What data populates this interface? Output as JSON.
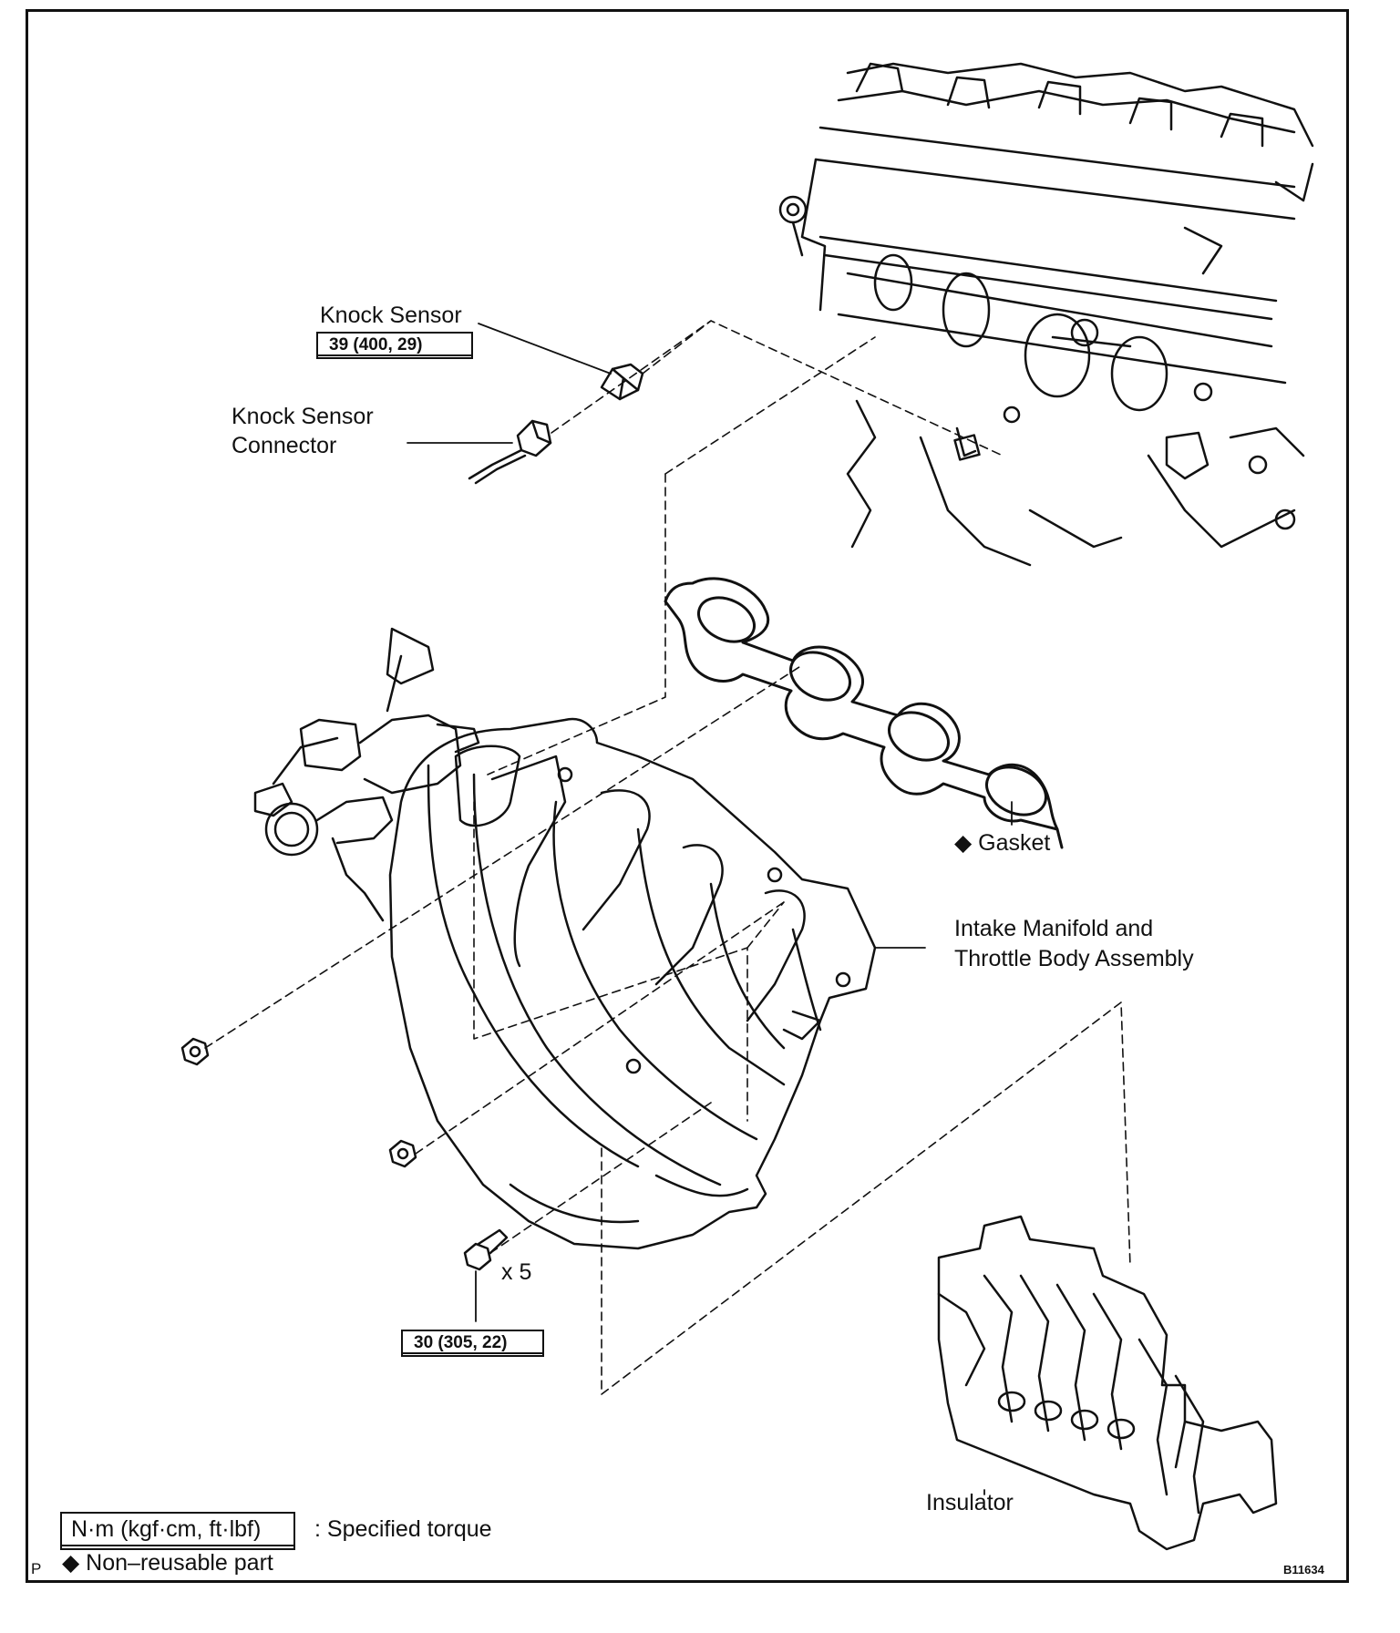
{
  "labels": {
    "knock_sensor": "Knock Sensor",
    "knock_sensor_torque": "39 (400, 29)",
    "knock_sensor_connector_line1": "Knock Sensor",
    "knock_sensor_connector_line2": "Connector",
    "gasket": "◆ Gasket",
    "intake_line1": "Intake Manifold and",
    "intake_line2": "Throttle Body Assembly",
    "bolt_count": "x 5",
    "bolt_torque": "30 (305, 22)",
    "insulator": "Insulator"
  },
  "legend": {
    "torque_unit": "N·m (kgf·cm, ft·lbf)",
    "torque_desc": ": Specified torque",
    "non_reusable": "◆ Non–reusable part"
  },
  "corner_mark": "P",
  "figure_code": "B11634",
  "colors": {
    "line": "#111111",
    "background": "#ffffff"
  }
}
